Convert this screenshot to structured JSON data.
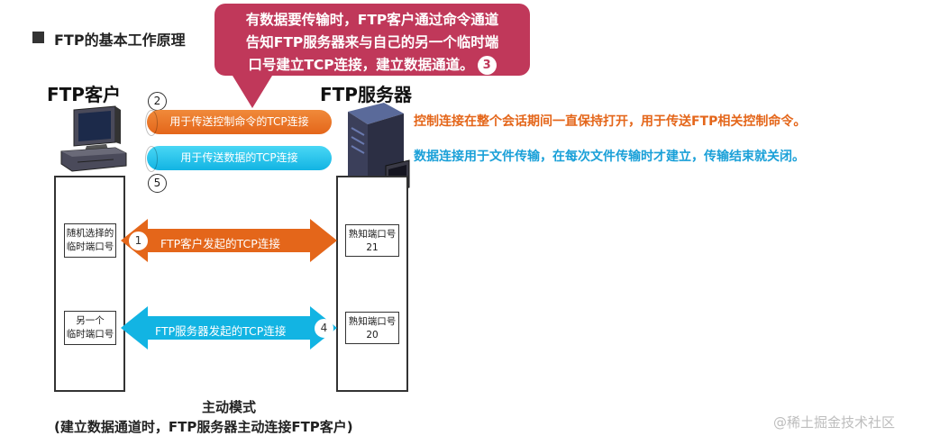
{
  "top_partial": "",
  "heading": "FTP的基本工作原理",
  "callout": {
    "line1": "有数据要传输时，FTP客户通过命令通道",
    "line2": "告知FTP服务器来与自己的另一个临时端",
    "line3": "口号建立TCP连接，建立数据通道。",
    "badge": "3"
  },
  "client": {
    "title": "FTP客户",
    "port1_line1": "随机选择的",
    "port1_line2": "临时端口号",
    "port2_line1": "另一个",
    "port2_line2": "临时端口号"
  },
  "server": {
    "title": "FTP服务器",
    "port1_line1": "熟知端口号",
    "port1_value": "21",
    "port2_line1": "熟知端口号",
    "port2_value": "20"
  },
  "pipes": {
    "control": "用于传送控制命令的TCP连接",
    "data": "用于传送数据的TCP连接"
  },
  "step_numbers": {
    "s1": "1",
    "s2": "2",
    "s4": "4",
    "s5": "5"
  },
  "arrows": {
    "client_initiated": "FTP客户发起的TCP连接",
    "server_initiated": "FTP服务器发起的TCP连接"
  },
  "notes": {
    "control": "控制连接在整个会话期间一直保持打开，用于传送FTP相关控制命令。",
    "data": "数据连接用于文件传输，在每次文件传输时才建立，传输结束就关闭。"
  },
  "footer": {
    "line1": "主动模式",
    "line2": "(建立数据通道时，FTP服务器主动连接FTP客户)"
  },
  "watermark": "@稀土掘金技术社区",
  "colors": {
    "orange": "#e4661a",
    "cyan": "#12b4e3",
    "callout": "#c0385a"
  }
}
